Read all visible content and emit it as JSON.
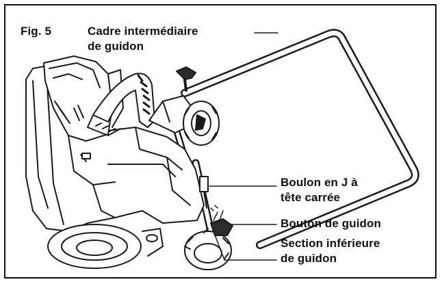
{
  "figure": {
    "number": "Fig. 5",
    "callouts": {
      "upper_frame": {
        "line1": "Cadre intermédiaire",
        "line2": "de guidon"
      },
      "j_bolt": {
        "line1": "Boulon en J à",
        "line2": "tête carrée"
      },
      "knob": {
        "line1": "Bouton de guidon"
      },
      "lower_section": {
        "line1": "Section inférieure",
        "line2": "de guidon"
      }
    }
  }
}
